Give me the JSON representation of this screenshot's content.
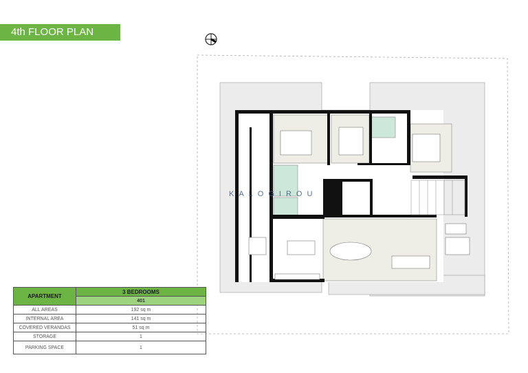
{
  "header": {
    "title": "4th FLOOR PLAN"
  },
  "colors": {
    "accent": "#6cb545",
    "accent_light": "#9dd27e"
  },
  "compass": {
    "icon": "north-arrow-icon"
  },
  "watermark": "KALOGIROU",
  "table": {
    "header_label": "APARTMENT",
    "type": "3 BEDROOMS",
    "unit": "401",
    "rows": [
      {
        "label": "ALL AREAS",
        "value": "192 sq m"
      },
      {
        "label": "INTERNAL AREA",
        "value": "141 sq m"
      },
      {
        "label": "COVERED VERANDAS",
        "value": "51 sq m"
      },
      {
        "label": "STORAGE",
        "value": "1"
      },
      {
        "label": "PARKING SPACE",
        "value": "1"
      }
    ]
  }
}
